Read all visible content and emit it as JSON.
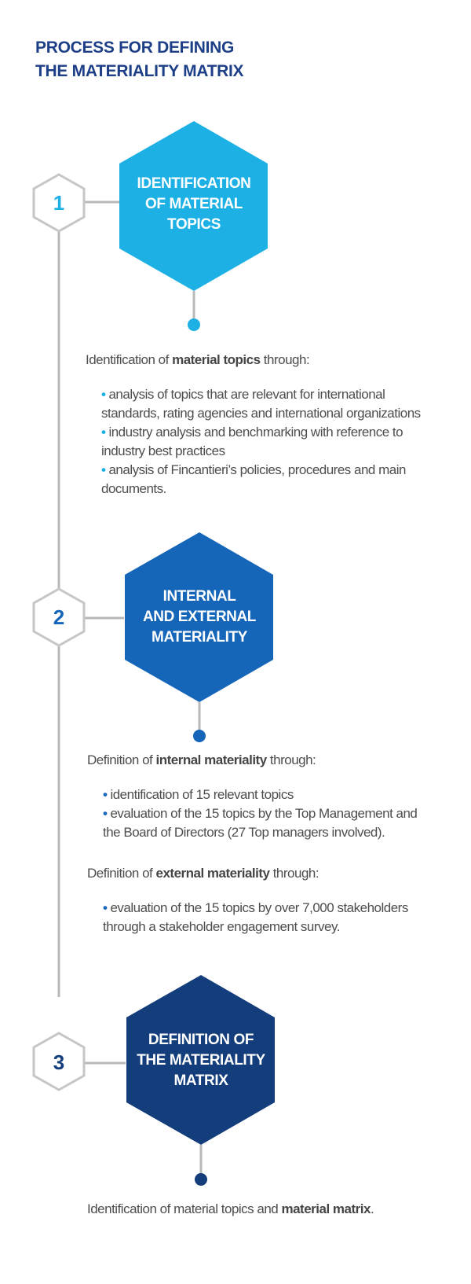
{
  "title": {
    "line1": "PROCESS FOR DEFINING",
    "line2": "THE MATERIALITY MATRIX"
  },
  "colors": {
    "step1": "#1cb0e4",
    "step2": "#1566b9",
    "step3": "#143d7c",
    "title": "#1d3f87",
    "outline": "#c6c6c6",
    "connector": "#b5b5b5"
  },
  "steps": [
    {
      "number": "1",
      "label": [
        "IDENTIFICATION",
        "OF MATERIAL",
        "TOPICS"
      ],
      "intro": {
        "pre": "Identification of ",
        "bold": "material topics",
        "post": " through:"
      },
      "bullets": [
        [
          "analysis of topics that are relevant for international",
          "standards, rating agencies and international organizations"
        ],
        [
          "industry analysis and benchmarking with reference to",
          "industry best practices"
        ],
        [
          "analysis of Fincantieri’s policies, procedures and main",
          "documents."
        ]
      ]
    },
    {
      "number": "2",
      "label": [
        "INTERNAL",
        "AND EXTERNAL",
        "MATERIALITY"
      ],
      "intro": {
        "pre": "Definition of ",
        "bold": "internal materiality",
        "post": " through:"
      },
      "bullets": [
        [
          "identification of 15 relevant topics"
        ],
        [
          "evaluation of the 15 topics by the Top Management and",
          "the Board of Directors (27 Top managers involved)."
        ]
      ],
      "intro2": {
        "pre": "Definition of ",
        "bold": "external materiality",
        "post": " through:"
      },
      "bullets2": [
        [
          "evaluation of the 15 topics by over 7,000 stakeholders",
          "through a stakeholder engagement survey."
        ]
      ]
    },
    {
      "number": "3",
      "label": [
        "DEFINITION OF",
        "THE MATERIALITY",
        "MATRIX"
      ],
      "intro": {
        "pre": "Identification of material topics and ",
        "bold": "material matrix",
        "post": "."
      }
    }
  ]
}
